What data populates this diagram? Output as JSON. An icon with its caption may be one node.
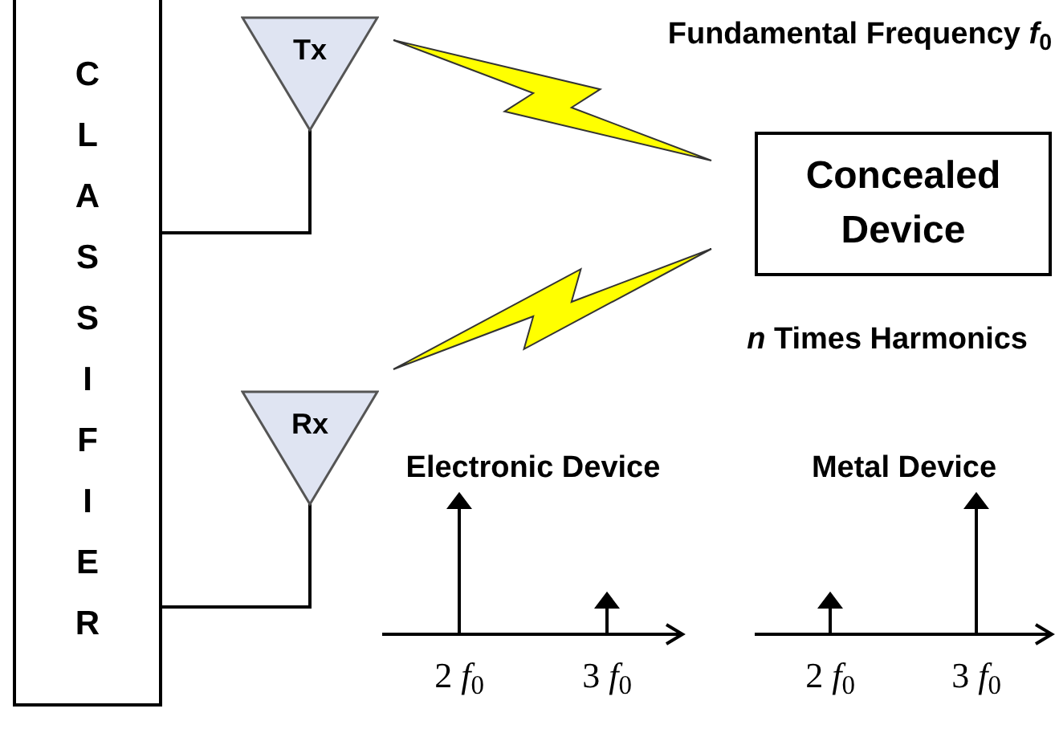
{
  "diagram": {
    "nodes": [
      {
        "text": [
          "CLASSIFIER"
        ]
      },
      {
        "text": [
          "Tx"
        ]
      },
      {
        "text": [
          "Rx"
        ]
      },
      {
        "text": [
          "Concealed Device"
        ]
      }
    ],
    "edges": [
      {
        "from": 0,
        "to": 1,
        "arrow": "none"
      },
      {
        "from": 0,
        "to": 2,
        "arrow": "none"
      },
      {
        "from": 1,
        "to": 3,
        "arrow": "none",
        "style": "thick",
        "color": "#ffff00"
      },
      {
        "from": 3,
        "to": 2,
        "arrow": "none",
        "style": "thick",
        "color": "#ffff00"
      }
    ],
    "labels": [
      "Fundamental Frequency *f*$_{0}$",
      "*n* Times Harmonics",
      "Electronic Device",
      "Metal Device",
      "2 *f*$_{0}$",
      "3 *f*$_{0}$",
      "2 *f*$_{0}$",
      "3 *f*$_{0}$"
    ]
  }
}
